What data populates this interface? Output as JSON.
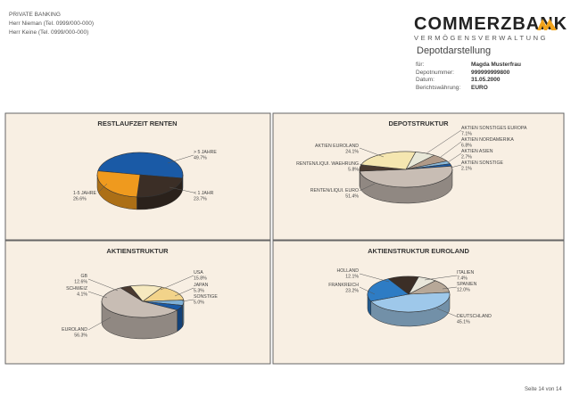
{
  "header": {
    "lines": [
      "PRIVATE BANKING",
      "Herr Nieman (Tel. 0999/000-000)",
      "Herr Keine (Tel. 0999/000-000)"
    ]
  },
  "brand": {
    "name": "COMMERZBANK",
    "subtitle": "VERMÖGENSVERWALTUNG",
    "accent_color": "#f2a41c"
  },
  "document": {
    "title": "Depotdarstellung",
    "meta": [
      {
        "label": "für:",
        "value": "Magda Musterfrau"
      },
      {
        "label": "Depotnummer:",
        "value": "999999999800"
      },
      {
        "label": "Datum:",
        "value": "31.05.2000"
      },
      {
        "label": "Berichtswährung:",
        "value": "EURO"
      }
    ]
  },
  "footer": {
    "page": "Seite 14 von 14"
  },
  "chart_data": [
    {
      "type": "pie",
      "title": "RESTLAUFZEIT RENTEN",
      "slices": [
        {
          "label": "> 5 JAHRE",
          "pct": "49.7%",
          "value": 49.7,
          "color": "#1a5aa6"
        },
        {
          "label": "< 1 JAHR",
          "pct": "23.7%",
          "value": 23.7,
          "color": "#3b2e26"
        },
        {
          "label": "1-5 JAHRE",
          "pct": "26.6%",
          "value": 26.6,
          "color": "#ef9a1e"
        }
      ]
    },
    {
      "type": "pie",
      "title": "DEPOTSTRUKTUR",
      "slices": [
        {
          "label": "AKTIEN SONSTIGES EUROPA",
          "pct": "7.1%",
          "value": 7.1,
          "color": "#e8e8d8"
        },
        {
          "label": "AKTIEN NORDAMERIKA",
          "pct": "6.8%",
          "value": 6.8,
          "color": "#b09a88"
        },
        {
          "label": "AKTIEN ASIEN",
          "pct": "2.7%",
          "value": 2.7,
          "color": "#8bb8d8"
        },
        {
          "label": "AKTIEN SONSTIGE",
          "pct": "2.1%",
          "value": 2.1,
          "color": "#1a5aa6"
        },
        {
          "label": "RENTEN/LIQUI. EURO",
          "pct": "51.4%",
          "value": 51.4,
          "color": "#c8bdb4"
        },
        {
          "label": "RENTEN/LIQUI. WAEHRUNG",
          "pct": "5.8%",
          "value": 5.8,
          "color": "#4a3a30"
        },
        {
          "label": "AKTIEN EUROLAND",
          "pct": "24.1%",
          "value": 24.1,
          "color": "#f5e6b0"
        }
      ]
    },
    {
      "type": "pie",
      "title": "AKTIENSTRUKTUR",
      "slices": [
        {
          "label": "USA",
          "pct": "15.8%",
          "value": 15.8,
          "color": "#f2d38a"
        },
        {
          "label": "JAPAN",
          "pct": "5.3%",
          "value": 5.3,
          "color": "#7fb0d6"
        },
        {
          "label": "SONSTIGE",
          "pct": "5.0%",
          "value": 5.0,
          "color": "#1a5aa6"
        },
        {
          "label": "EUROLAND",
          "pct": "56.3%",
          "value": 56.3,
          "color": "#c8bdb4"
        },
        {
          "label": "SCHWEIZ",
          "pct": "4.1%",
          "value": 4.1,
          "color": "#4a3a30"
        },
        {
          "label": "GB",
          "pct": "12.6%",
          "value": 12.6,
          "color": "#f6e9bf"
        }
      ]
    },
    {
      "type": "pie",
      "title": "AKTIENSTRUKTUR EUROLAND",
      "slices": [
        {
          "label": "ITALIEN",
          "pct": "7.4%",
          "value": 7.4,
          "color": "#e8e6da"
        },
        {
          "label": "SPANIEN",
          "pct": "12.0%",
          "value": 12.0,
          "color": "#b7a898"
        },
        {
          "label": "DEUTSCHLAND",
          "pct": "45.1%",
          "value": 45.1,
          "color": "#9ec8ea"
        },
        {
          "label": "FRANKREICH",
          "pct": "23.2%",
          "value": 23.2,
          "color": "#2e7cc4"
        },
        {
          "label": "HOLLAND",
          "pct": "12.1%",
          "value": 12.1,
          "color": "#3b2e26"
        }
      ]
    }
  ]
}
